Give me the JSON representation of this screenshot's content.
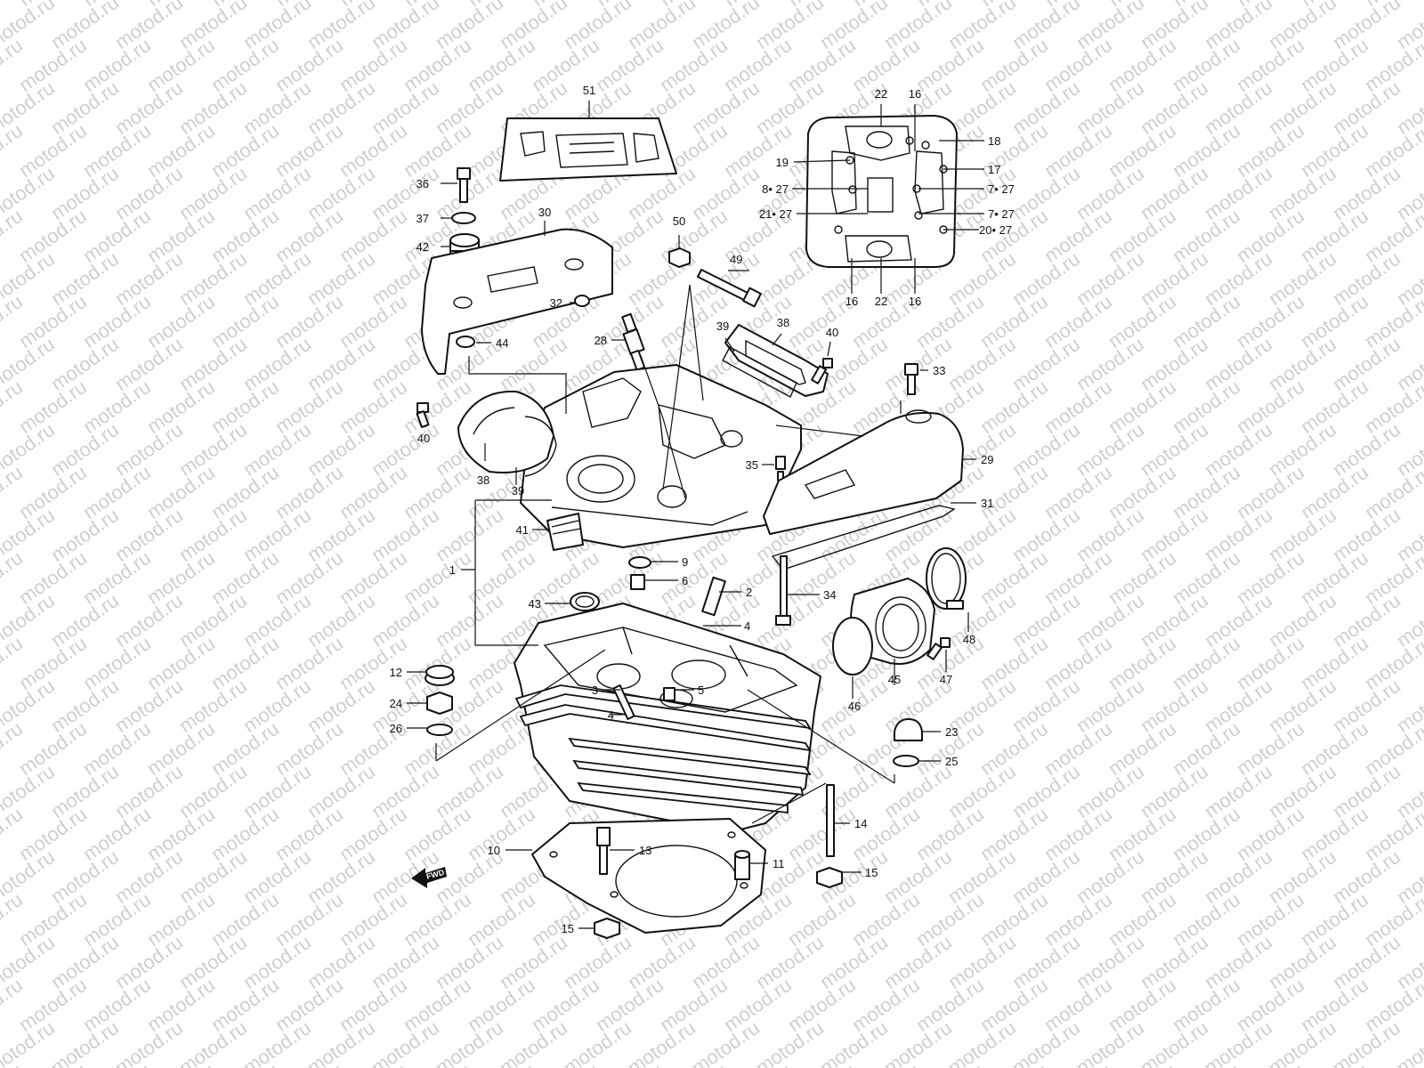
{
  "watermark": {
    "text": "motod.ru",
    "color": "#cfcfcf"
  },
  "fwd_marker": {
    "text": "FWD"
  },
  "callouts": [
    {
      "id": "c51",
      "text": "51"
    },
    {
      "id": "c36",
      "text": "36"
    },
    {
      "id": "c37",
      "text": "37"
    },
    {
      "id": "c30",
      "text": "30"
    },
    {
      "id": "c42",
      "text": "42"
    },
    {
      "id": "c32",
      "text": "32"
    },
    {
      "id": "c44",
      "text": "44"
    },
    {
      "id": "c50",
      "text": "50"
    },
    {
      "id": "c49",
      "text": "49"
    },
    {
      "id": "c28",
      "text": "28"
    },
    {
      "id": "c39a",
      "text": "39"
    },
    {
      "id": "c38a",
      "text": "38"
    },
    {
      "id": "c40a",
      "text": "40"
    },
    {
      "id": "c33",
      "text": "33"
    },
    {
      "id": "c40b",
      "text": "40"
    },
    {
      "id": "c38b",
      "text": "38"
    },
    {
      "id": "c39b",
      "text": "39"
    },
    {
      "id": "c35",
      "text": "35"
    },
    {
      "id": "c29",
      "text": "29"
    },
    {
      "id": "c31",
      "text": "31"
    },
    {
      "id": "c41",
      "text": "41"
    },
    {
      "id": "c9",
      "text": "9"
    },
    {
      "id": "c6",
      "text": "6"
    },
    {
      "id": "c2",
      "text": "2"
    },
    {
      "id": "c1",
      "text": "1"
    },
    {
      "id": "c43",
      "text": "43"
    },
    {
      "id": "c4a",
      "text": "4"
    },
    {
      "id": "c34",
      "text": "34"
    },
    {
      "id": "c48",
      "text": "48"
    },
    {
      "id": "c12",
      "text": "12"
    },
    {
      "id": "c3",
      "text": "3"
    },
    {
      "id": "c5",
      "text": "5"
    },
    {
      "id": "c4b",
      "text": "4"
    },
    {
      "id": "c47",
      "text": "47"
    },
    {
      "id": "c45",
      "text": "45"
    },
    {
      "id": "c46",
      "text": "46"
    },
    {
      "id": "c24",
      "text": "24"
    },
    {
      "id": "c26",
      "text": "26"
    },
    {
      "id": "c23",
      "text": "23"
    },
    {
      "id": "c25",
      "text": "25"
    },
    {
      "id": "c14",
      "text": "14"
    },
    {
      "id": "c10",
      "text": "10"
    },
    {
      "id": "c13",
      "text": "13"
    },
    {
      "id": "c11",
      "text": "11"
    },
    {
      "id": "c15a",
      "text": "15"
    },
    {
      "id": "c15b",
      "text": "15"
    },
    {
      "id": "c22a",
      "text": "22"
    },
    {
      "id": "c16a",
      "text": "16"
    },
    {
      "id": "c18",
      "text": "18"
    },
    {
      "id": "c19",
      "text": "19"
    },
    {
      "id": "c17",
      "text": "17"
    },
    {
      "id": "c8_27",
      "text": "8• 27"
    },
    {
      "id": "c7_27a",
      "text": "7• 27"
    },
    {
      "id": "c21_27",
      "text": "21• 27"
    },
    {
      "id": "c7_27b",
      "text": "7• 27"
    },
    {
      "id": "c20_27",
      "text": "20• 27"
    },
    {
      "id": "c16b",
      "text": "16"
    },
    {
      "id": "c22b",
      "text": "22"
    },
    {
      "id": "c16c",
      "text": "16"
    }
  ]
}
